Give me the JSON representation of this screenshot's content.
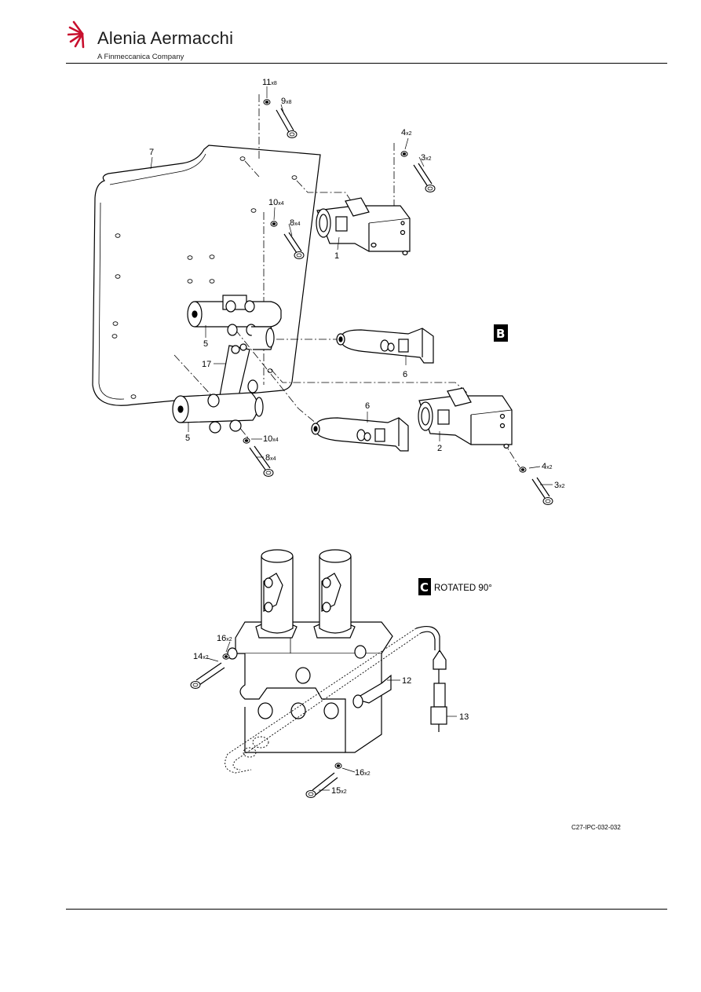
{
  "header": {
    "brand_name": "Alenia Aermacchi",
    "brand_tagline": "A Finmeccanica Company"
  },
  "view_b": {
    "letter": "B",
    "callouts": {
      "c11": {
        "num": "11",
        "qty": "x8"
      },
      "c9": {
        "num": "9",
        "qty": "x8"
      },
      "c7": {
        "num": "7"
      },
      "c4a": {
        "num": "4",
        "qty": "x2"
      },
      "c3a": {
        "num": "3",
        "qty": "x2"
      },
      "c10a": {
        "num": "10",
        "qty": "x4"
      },
      "c8a": {
        "num": "8",
        "qty": "x4"
      },
      "c1": {
        "num": "1"
      },
      "c5a": {
        "num": "5"
      },
      "c17": {
        "num": "17"
      },
      "c6a": {
        "num": "6"
      },
      "c6b": {
        "num": "6"
      },
      "c5b": {
        "num": "5"
      },
      "c10b": {
        "num": "10",
        "qty": "x4"
      },
      "c8b": {
        "num": "8",
        "qty": "x4"
      },
      "c2": {
        "num": "2"
      },
      "c4b": {
        "num": "4",
        "qty": "x2"
      },
      "c3b": {
        "num": "3",
        "qty": "x2"
      }
    }
  },
  "view_c": {
    "letter": "C",
    "caption": "ROTATED 90°",
    "callouts": {
      "c16a": {
        "num": "16",
        "qty": "x2"
      },
      "c14": {
        "num": "14",
        "qty": "x2"
      },
      "c12": {
        "num": "12"
      },
      "c13": {
        "num": "13"
      },
      "c16b": {
        "num": "16",
        "qty": "x2"
      },
      "c15": {
        "num": "15",
        "qty": "x2"
      }
    }
  },
  "figure_reference": "C27-IPC-032-032"
}
